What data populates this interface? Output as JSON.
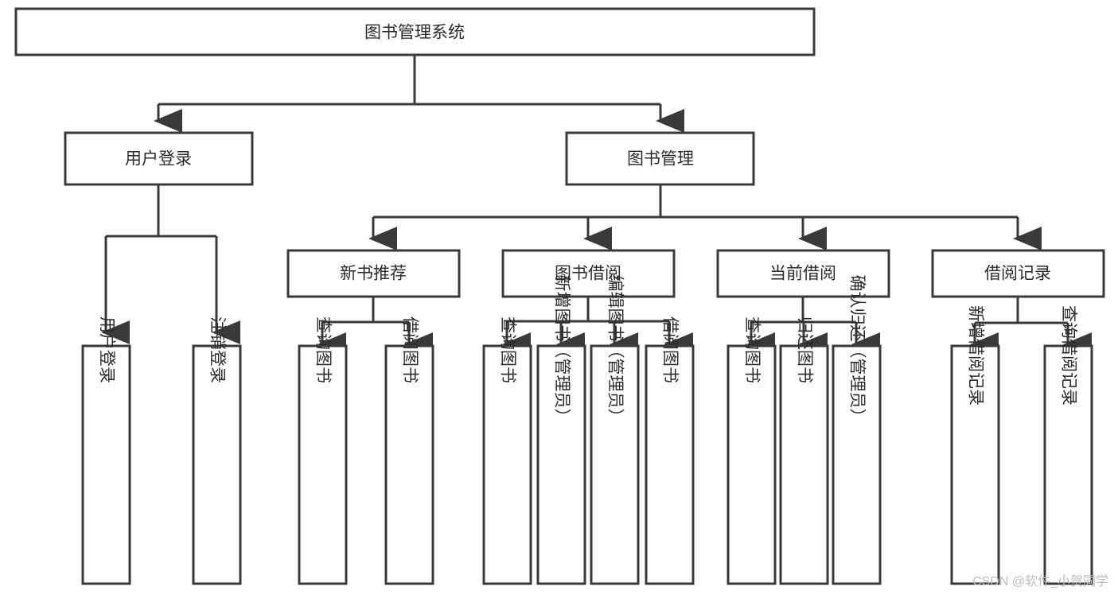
{
  "diagram": {
    "title": "图书管理系统",
    "type": "tree",
    "watermark": "CSDN @软件_小贺同学",
    "colors": {
      "stroke": "#3a3a3a",
      "fill": "#ffffff",
      "text": "#2b2b2b",
      "watermark": "#bdbdbd"
    },
    "levels": {
      "root": {
        "label": "图书管理系统"
      },
      "level2": [
        {
          "label": "用户登录"
        },
        {
          "label": "图书管理"
        }
      ],
      "level3": [
        {
          "label": "新书推荐"
        },
        {
          "label": "图书借阅"
        },
        {
          "label": "当前借阅"
        },
        {
          "label": "借阅记录"
        }
      ],
      "leaves": [
        {
          "label": "用户登录"
        },
        {
          "label": "注销登录"
        },
        {
          "label": "查询图书"
        },
        {
          "label": "借阅图书"
        },
        {
          "label": "查询图书"
        },
        {
          "label": "新增图书（管理员）"
        },
        {
          "label": "编辑图书（管理员）"
        },
        {
          "label": "借阅图书"
        },
        {
          "label": "查询图书"
        },
        {
          "label": "归还图书"
        },
        {
          "label": "确认归还（管理员）"
        },
        {
          "label": "新增借阅记录"
        },
        {
          "label": "查询借阅记录"
        }
      ]
    }
  }
}
